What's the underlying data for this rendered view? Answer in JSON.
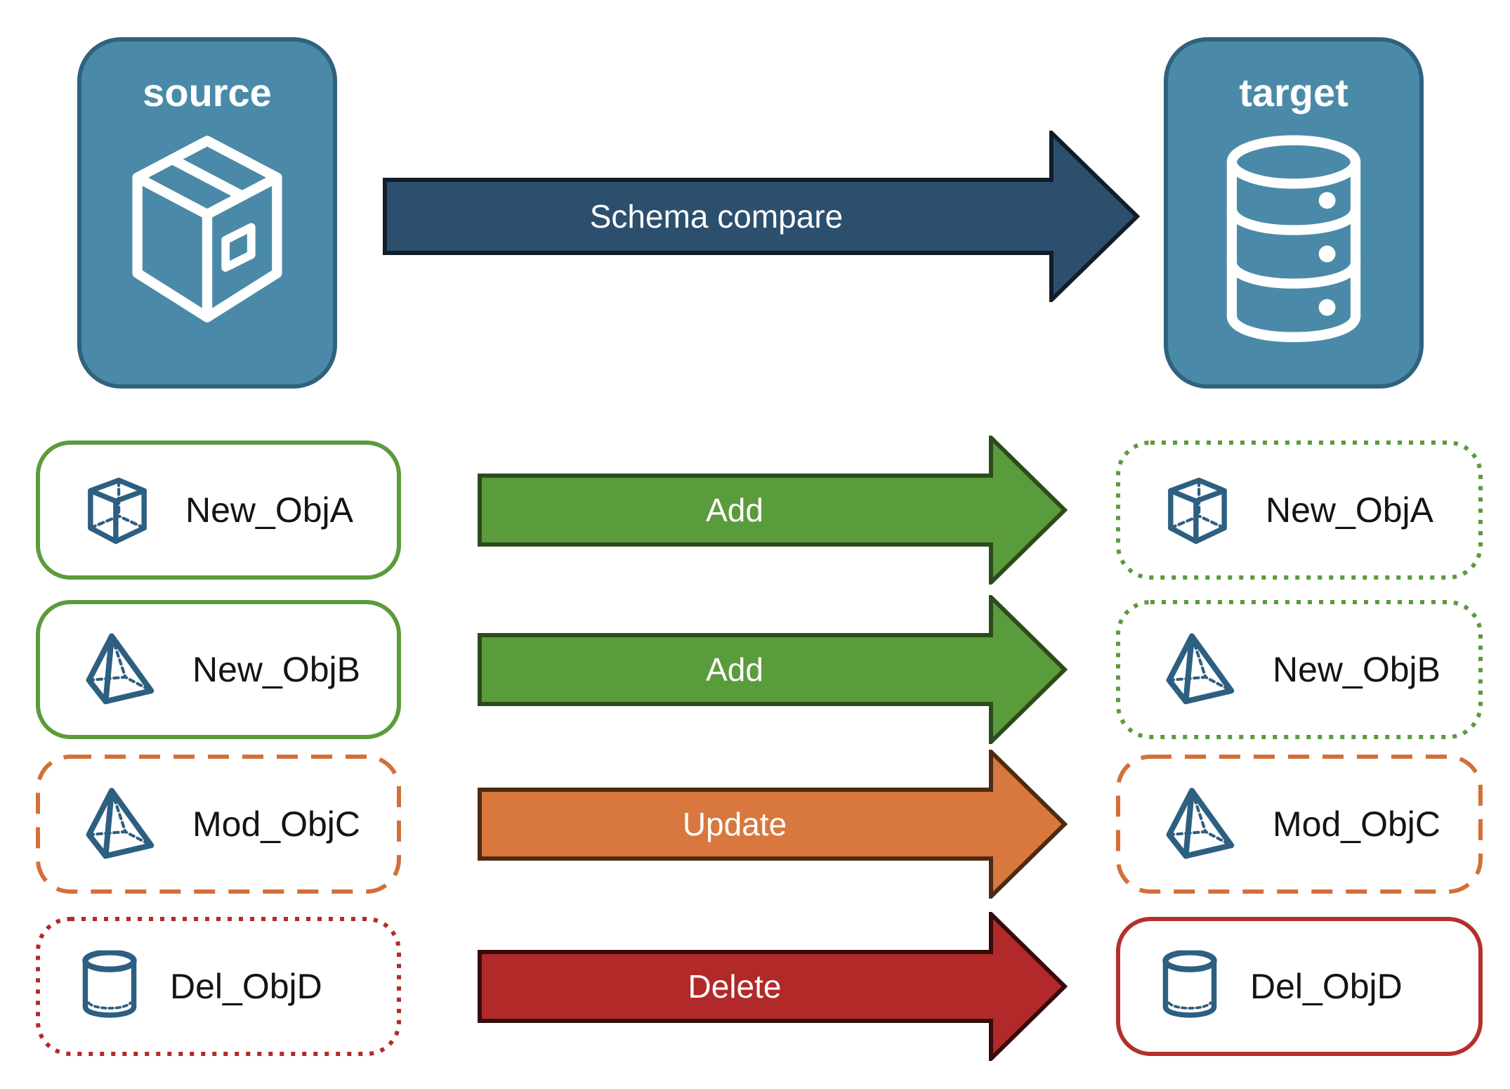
{
  "palette": {
    "node_fill": "#4A8AA8",
    "node_border": "#2F627D",
    "icon_blue": "#2D5F80",
    "compare_arrow_fill": "#2D4F6E",
    "compare_arrow_outline": "#121D2A",
    "arrow_text": "#FFFFFF",
    "label_text": "#141414"
  },
  "source_node": {
    "title": "source",
    "icon": "package-icon"
  },
  "target_node": {
    "title": "target",
    "icon": "database-icon"
  },
  "compare_arrow": {
    "label": "Schema compare"
  },
  "rows": [
    {
      "source_label": "New_ObjA",
      "target_label": "New_ObjA",
      "icon": "cube-icon",
      "action": "Add",
      "arrow_fill": "#5A9B3C",
      "arrow_outline": "#2C4B1B",
      "source_border_style": "solid",
      "source_border_color": "#5B9B3C",
      "target_border_style": "dotted",
      "target_border_color": "#5B9B3C"
    },
    {
      "source_label": "New_ObjB",
      "target_label": "New_ObjB",
      "icon": "pyramid-icon",
      "action": "Add",
      "arrow_fill": "#5A9B3C",
      "arrow_outline": "#2C4B1B",
      "source_border_style": "solid",
      "source_border_color": "#5B9B3C",
      "target_border_style": "dotted",
      "target_border_color": "#5B9B3C"
    },
    {
      "source_label": "Mod_ObjC",
      "target_label": "Mod_ObjC",
      "icon": "pyramid-icon",
      "action": "Update",
      "arrow_fill": "#D8773E",
      "arrow_outline": "#4C2B10",
      "source_border_style": "dashed",
      "source_border_color": "#D2703A",
      "target_border_style": "dashed",
      "target_border_color": "#D2703A"
    },
    {
      "source_label": "Del_ObjD",
      "target_label": "Del_ObjD",
      "icon": "cylinder-icon",
      "action": "Delete",
      "arrow_fill": "#B12928",
      "arrow_outline": "#350C0B",
      "source_border_style": "dotted",
      "source_border_color": "#B22B28",
      "target_border_style": "solid",
      "target_border_color": "#B3302C"
    }
  ]
}
